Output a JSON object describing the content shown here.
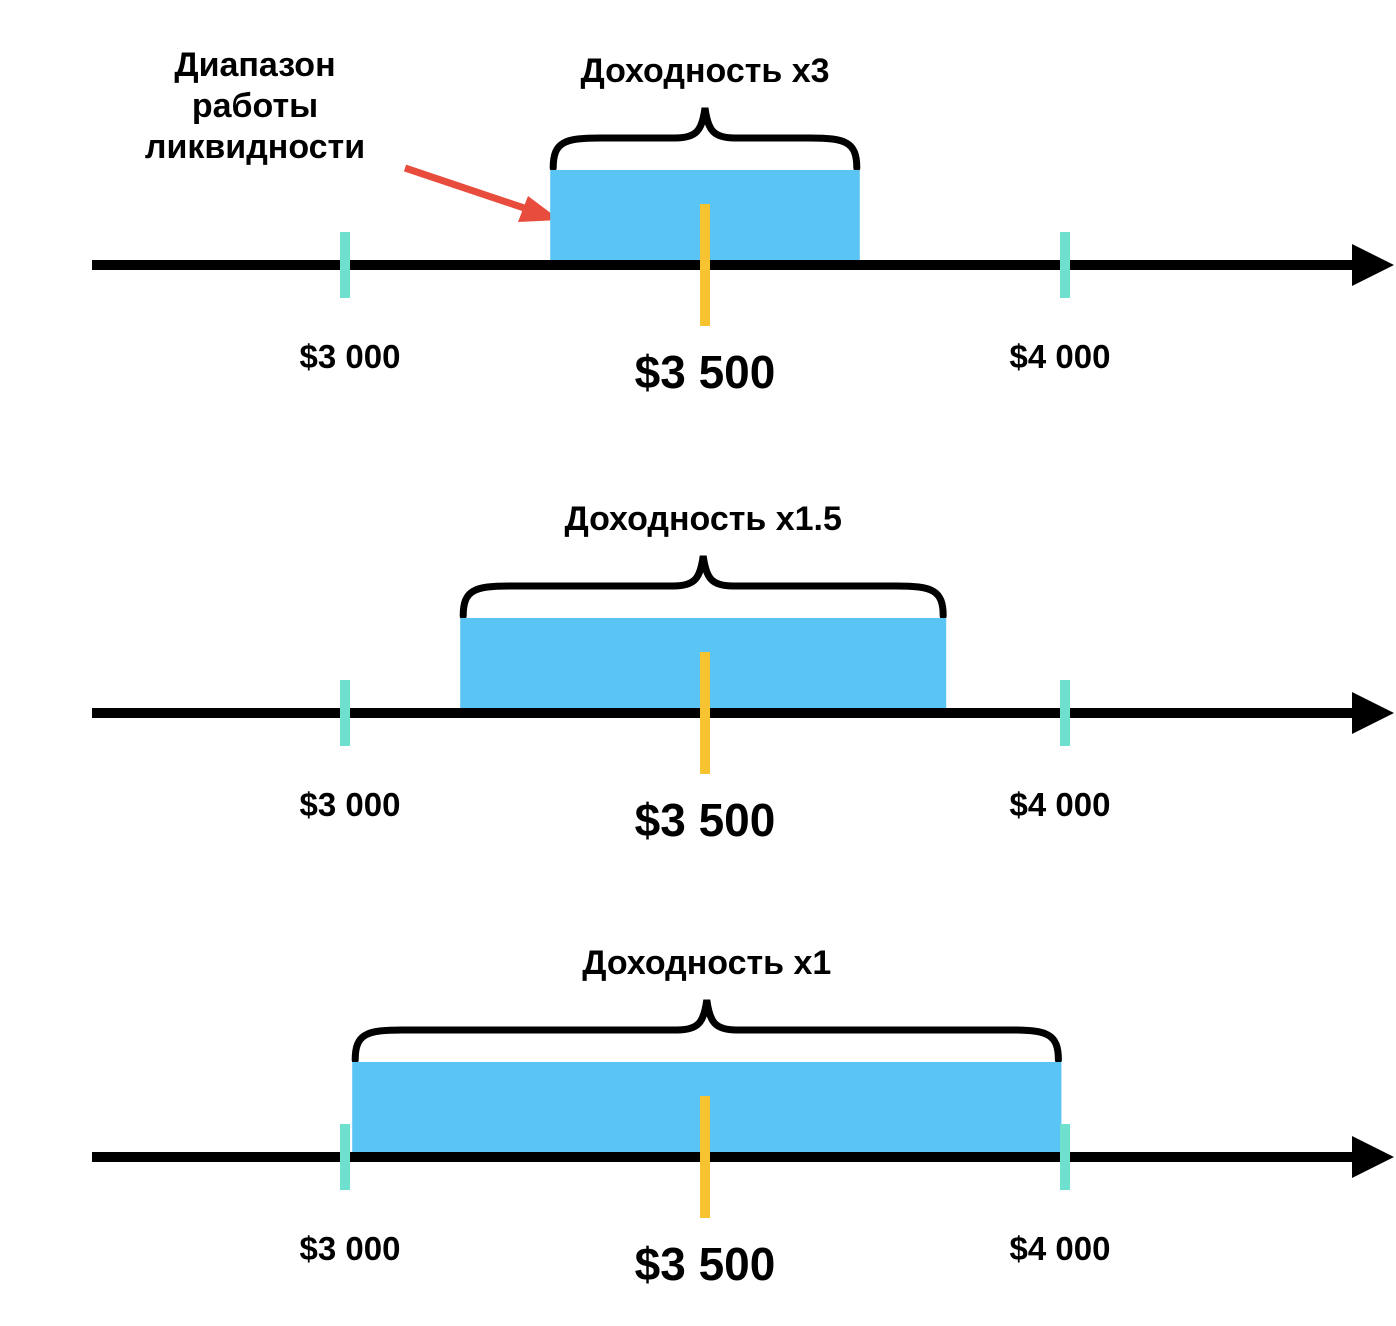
{
  "annotation": {
    "lines": [
      "Диапазон",
      "работы",
      "ликвидности"
    ],
    "arrow_color": "#e84c3d"
  },
  "colors": {
    "range": "#5ac4f4",
    "axis": "#000000",
    "tick": "#6ee0cd",
    "current_price": "#f7c331"
  },
  "panels": [
    {
      "title": "Доходность x3",
      "tick_left": "$3 000",
      "tick_right": "$4 000",
      "center_label": "$3 500",
      "range": [
        3285,
        3715
      ]
    },
    {
      "title": "Доходность x1.5",
      "tick_left": "$3 000",
      "tick_right": "$4 000",
      "center_label": "$3 500",
      "range": [
        3160,
        3835
      ]
    },
    {
      "title": "Доходность x1",
      "tick_left": "$3 000",
      "tick_right": "$4 000",
      "center_label": "$3 500",
      "range": [
        3010,
        3995
      ]
    }
  ]
}
